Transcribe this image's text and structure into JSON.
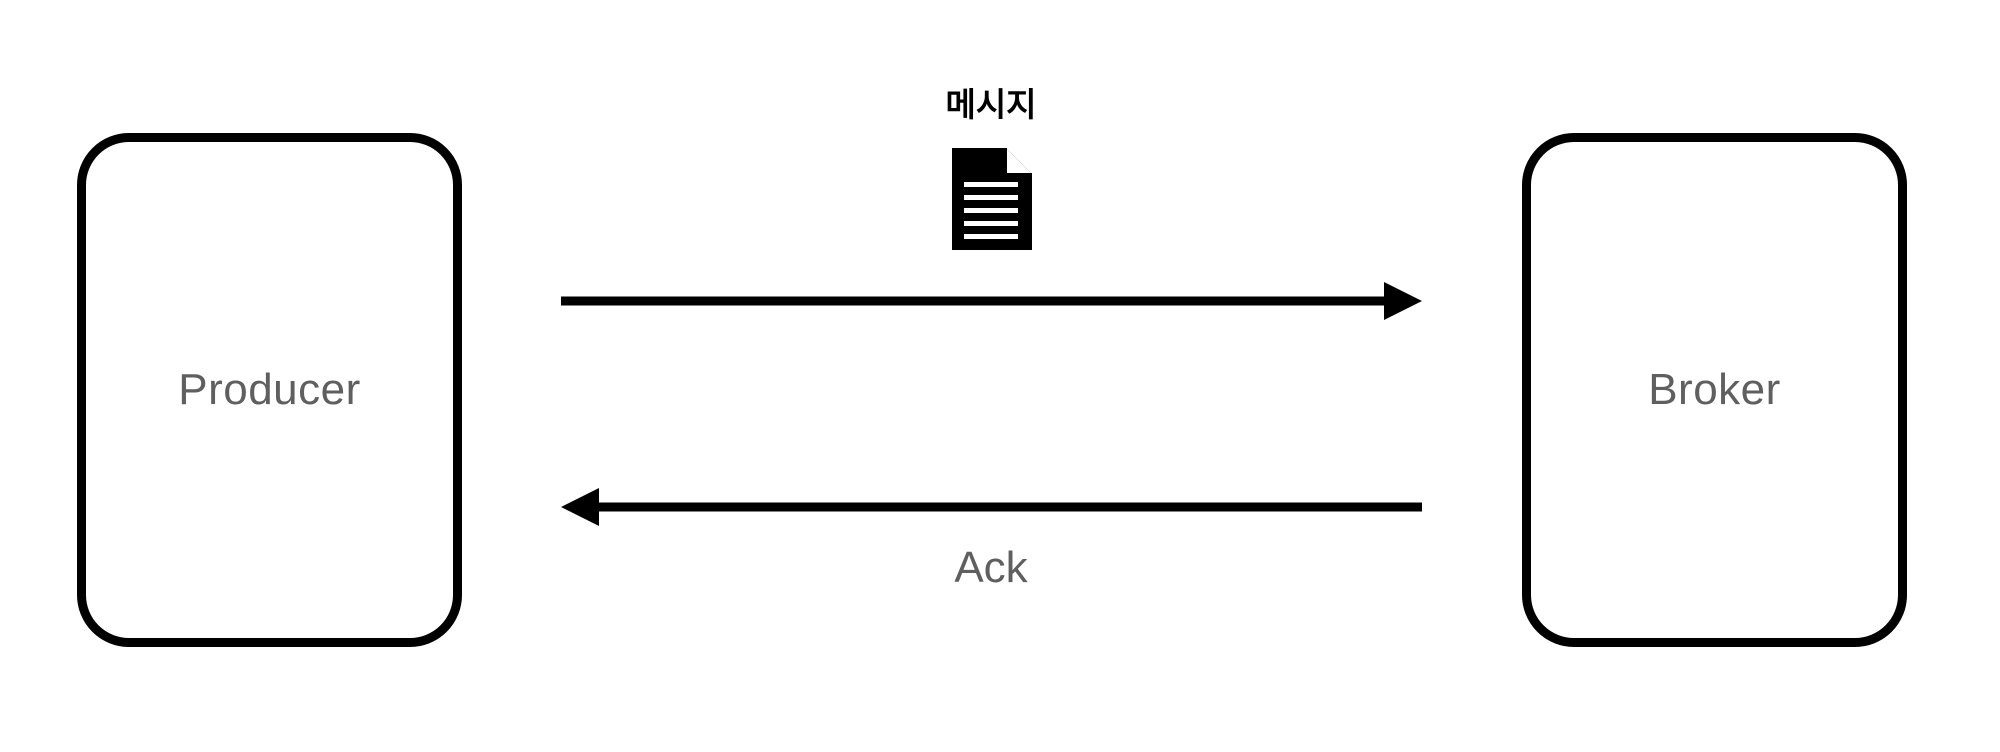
{
  "nodes": {
    "producer": {
      "label": "Producer"
    },
    "broker": {
      "label": "Broker"
    }
  },
  "edges": {
    "message": {
      "label": "메시지",
      "icon": "document-icon",
      "direction": "producer-to-broker"
    },
    "ack": {
      "label": "Ack",
      "direction": "broker-to-producer"
    }
  },
  "colors": {
    "stroke": "#000000",
    "label_text": "#5f5f5f",
    "background": "#ffffff"
  }
}
